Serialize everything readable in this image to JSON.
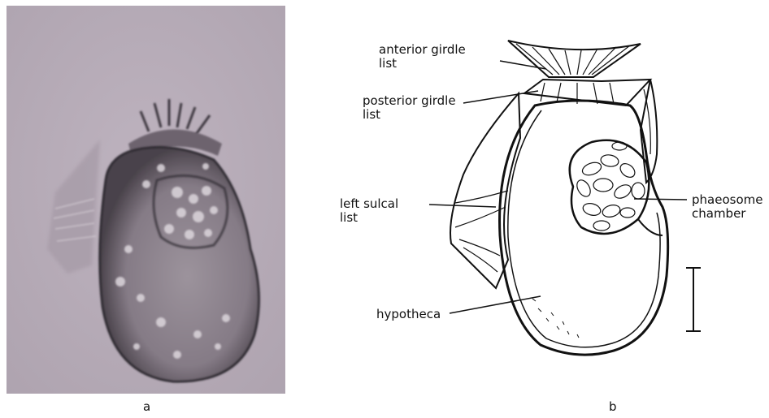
{
  "panels": [
    {
      "letter": "a"
    },
    {
      "letter": "b"
    }
  ],
  "labels": {
    "anterior_girdle_list": "anterior girdle\nlist",
    "posterior_girdle_list": "posterior girdle\nlist",
    "left_sulcal_list": "left sulcal\nlist",
    "phaeosome_chamber": "phaeosome\nchamber",
    "hypotheca": "hypotheca"
  }
}
